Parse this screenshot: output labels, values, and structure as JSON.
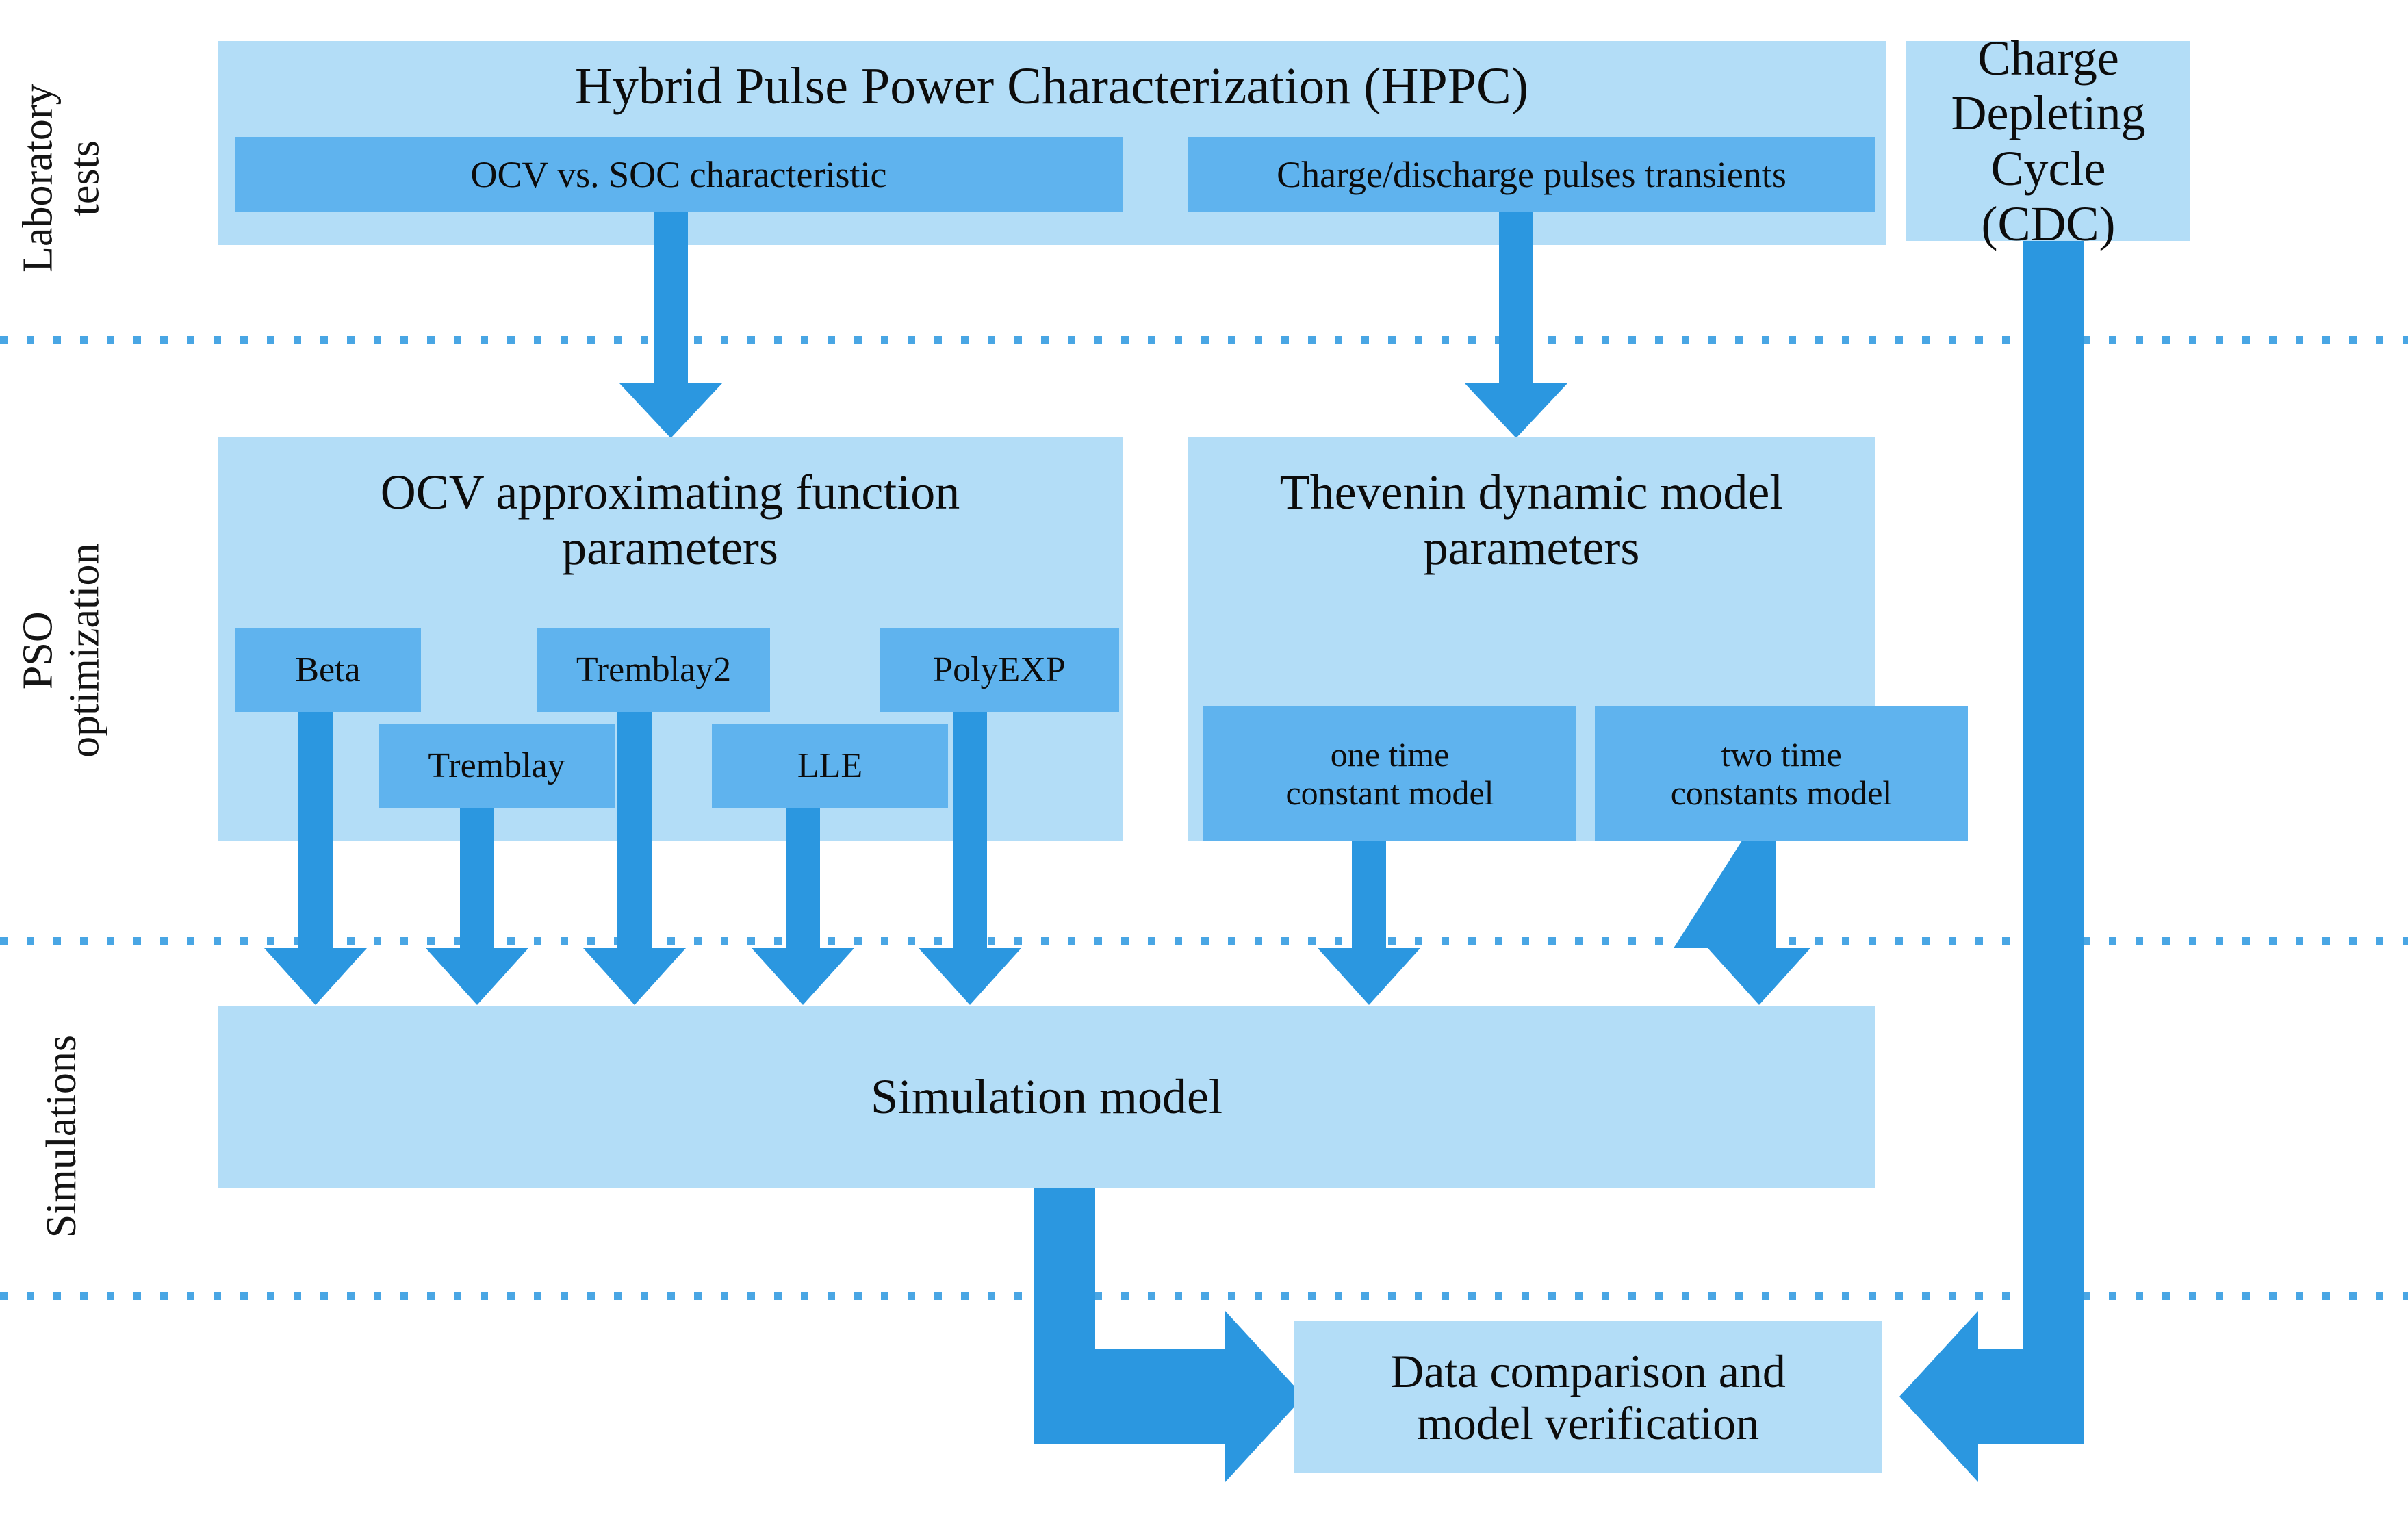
{
  "diagram": {
    "title": "Battery model parameter identification and verification workflow",
    "colors": {
      "box_light": "#b3ddf7",
      "box_mid": "#5fb3ee",
      "arrow": "#2b97e0",
      "divider": "#49a6e4",
      "text": "#0c0c0c",
      "background": "#ffffff"
    },
    "row_labels": [
      {
        "id": "laboratory-tests",
        "text": "Laboratory\ntests",
        "line1": "Laboratory",
        "line2": "tests"
      },
      {
        "id": "pso-optimization",
        "text": "PSO\noptimization",
        "line1": "PSO",
        "line2": "optimization"
      },
      {
        "id": "simulations",
        "text": "Simulations",
        "line1": "Simulations",
        "line2": ""
      }
    ],
    "lab_row": {
      "hppc": {
        "title": "Hybrid Pulse Power Characterization (HPPC)",
        "children": [
          {
            "id": "ocv-soc",
            "label": "OCV vs. SOC characteristic"
          },
          {
            "id": "pulses",
            "label": "Charge/discharge pulses transients"
          }
        ]
      },
      "cdc": {
        "title": "Charge\nDepleting Cycle\n(CDC)",
        "line1": "Charge",
        "line2": "Depleting Cycle",
        "line3": "(CDC)"
      }
    },
    "pso_row": {
      "ocv_params": {
        "title": "OCV approximating function\nparameters",
        "line1": "OCV approximating function",
        "line2": "parameters",
        "children": [
          {
            "id": "beta",
            "label": "Beta"
          },
          {
            "id": "tremblay",
            "label": "Tremblay"
          },
          {
            "id": "tremblay2",
            "label": "Tremblay2"
          },
          {
            "id": "lle",
            "label": "LLE"
          },
          {
            "id": "polyexp",
            "label": "PolyEXP"
          }
        ]
      },
      "thevenin": {
        "title": "Thevenin dynamic model\nparameters",
        "line1": "Thevenin dynamic model",
        "line2": "parameters",
        "children": [
          {
            "id": "one-time-constant",
            "label": "one time\nconstant model",
            "line1": "one time",
            "line2": "constant model"
          },
          {
            "id": "two-time-constants",
            "label": "two time\nconstants model",
            "line1": "two time",
            "line2": "constants model"
          }
        ]
      }
    },
    "sim_row": {
      "simulation_model": {
        "id": "simulation-model",
        "label": "Simulation model"
      }
    },
    "verification_row": {
      "data_comparison": {
        "id": "data-comparison",
        "label": "Data comparison and\nmodel verification",
        "line1": "Data comparison and",
        "line2": "model verification"
      }
    }
  }
}
